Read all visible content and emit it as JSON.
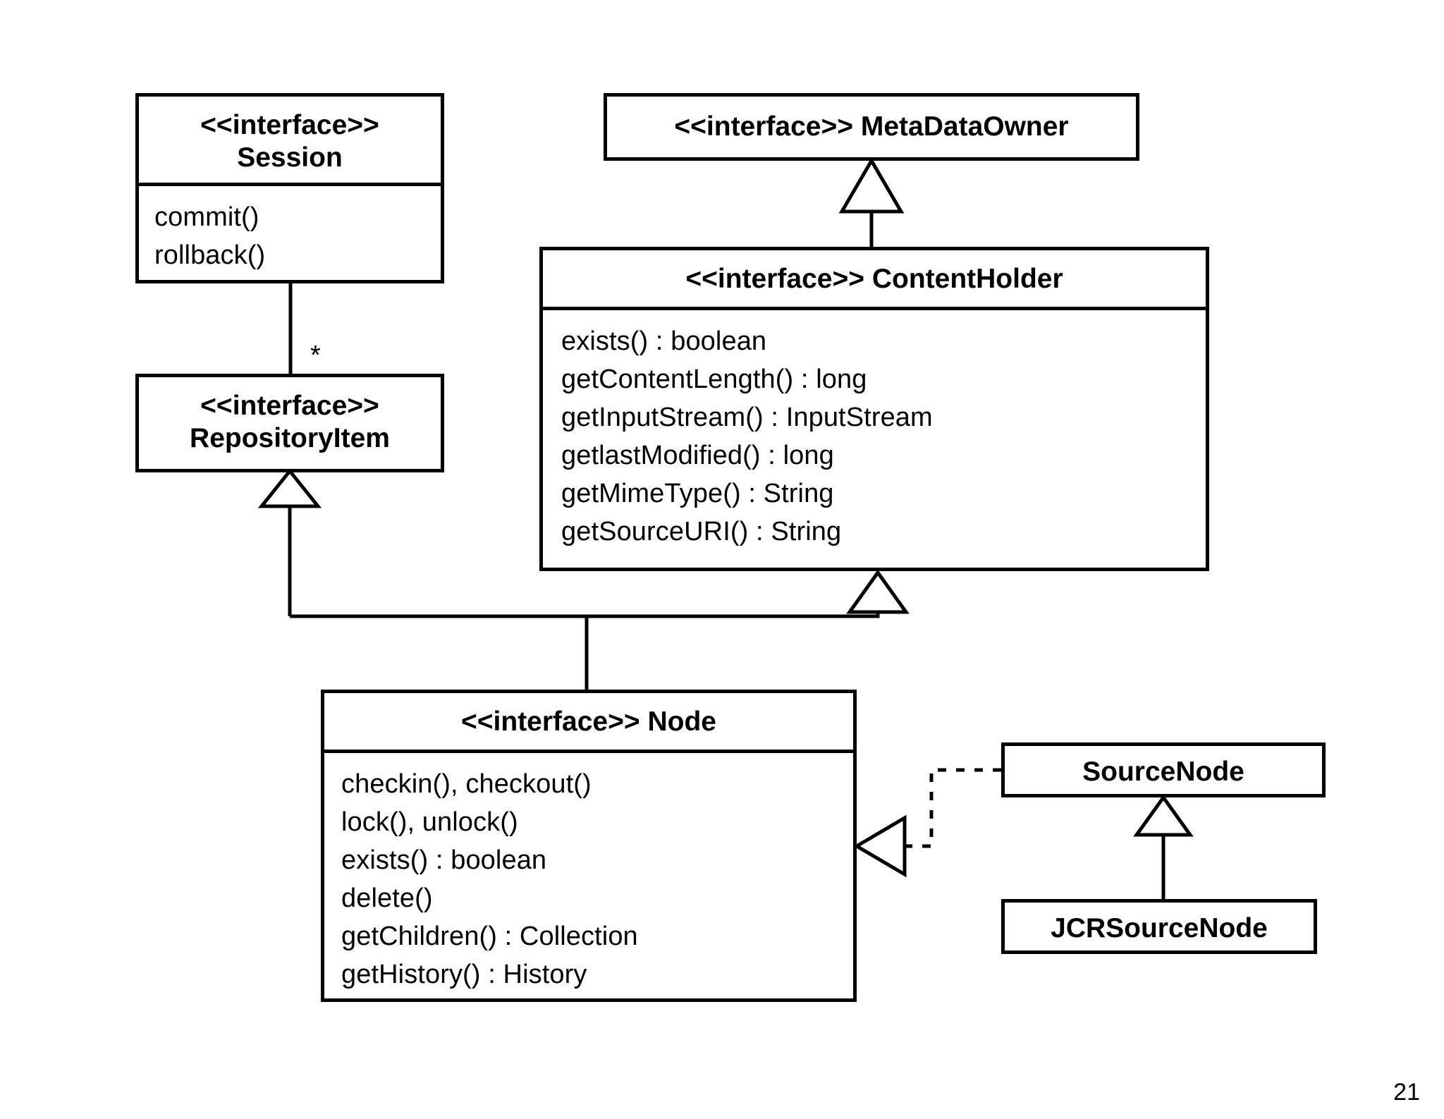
{
  "page": {
    "number": "21",
    "background": "#ffffff",
    "ink": "#000000"
  },
  "diagram": {
    "kind": "uml-class-diagram",
    "classes": [
      {
        "id": "session",
        "stereotype": "<<interface>>",
        "name": "Session",
        "header": "<<interface>>\nSession",
        "members": [
          "commit()",
          "rollback()"
        ]
      },
      {
        "id": "metadataowner",
        "stereotype": "<<interface>>",
        "name": "MetaDataOwner",
        "header": "<<interface>> MetaDataOwner",
        "members": []
      },
      {
        "id": "contentholder",
        "stereotype": "<<interface>>",
        "name": "ContentHolder",
        "header": "<<interface>> ContentHolder",
        "members": [
          "exists() : boolean",
          "getContentLength() : long",
          "getInputStream() : InputStream",
          "getlastModified() : long",
          "getMimeType() : String",
          "getSourceURI() : String"
        ]
      },
      {
        "id": "repositoryitem",
        "stereotype": "<<interface>>",
        "name": "RepositoryItem",
        "header": "<<interface>>\nRepositoryItem",
        "members": []
      },
      {
        "id": "node",
        "stereotype": "<<interface>>",
        "name": "Node",
        "header": "<<interface>> Node",
        "members": [
          "checkin(), checkout()",
          "lock(), unlock()",
          "exists() : boolean",
          "delete()",
          "getChildren() : Collection",
          "getHistory() : History"
        ]
      },
      {
        "id": "sourcenode",
        "stereotype": "",
        "name": "SourceNode",
        "header": "SourceNode",
        "members": []
      },
      {
        "id": "jcrsourcenode",
        "stereotype": "",
        "name": "JCRSourceNode",
        "header": "JCRSourceNode",
        "members": []
      }
    ],
    "relationships": [
      {
        "id": "session-repositoryitem",
        "type": "association",
        "from": "session",
        "to": "repositoryitem",
        "target_multiplicity": "*"
      },
      {
        "id": "contentholder-metadataowner",
        "type": "generalization",
        "from": "contentholder",
        "to": "metadataowner"
      },
      {
        "id": "node-repositoryitem",
        "type": "generalization",
        "from": "node",
        "to": "repositoryitem"
      },
      {
        "id": "node-contentholder",
        "type": "generalization",
        "from": "node",
        "to": "contentholder"
      },
      {
        "id": "sourcenode-node",
        "type": "realization",
        "from": "sourcenode",
        "to": "node"
      },
      {
        "id": "jcrsourcenode-sourcenode",
        "type": "generalization",
        "from": "jcrsourcenode",
        "to": "sourcenode"
      }
    ]
  }
}
